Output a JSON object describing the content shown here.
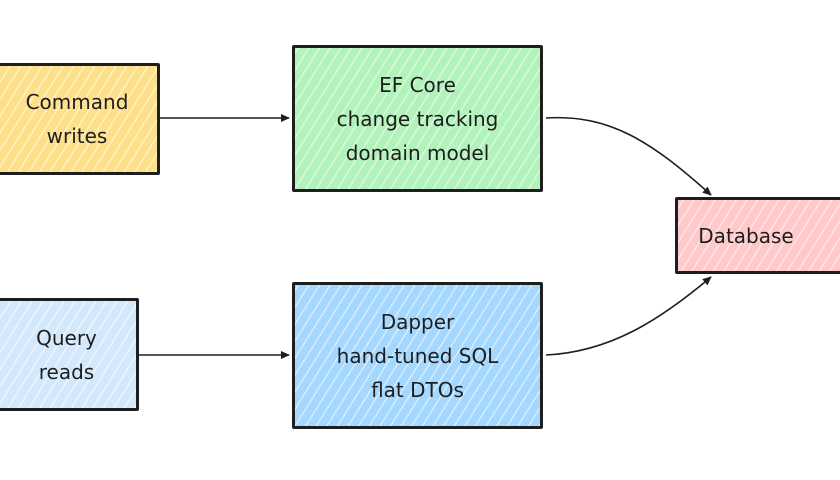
{
  "diagram": {
    "nodes": {
      "command": {
        "lines": [
          "Command",
          "writes"
        ],
        "fill": "#ffe08a"
      },
      "query": {
        "lines": [
          "Query",
          "reads"
        ],
        "fill": "#d4e8fc"
      },
      "efcore": {
        "lines": [
          "EF Core",
          "change tracking",
          "domain model"
        ],
        "fill": "#b2f2bb"
      },
      "dapper": {
        "lines": [
          "Dapper",
          "hand-tuned SQL",
          "flat DTOs"
        ],
        "fill": "#a5d8ff"
      },
      "database": {
        "lines": [
          "Database"
        ],
        "fill": "#ffc9c9"
      }
    },
    "stroke_color": "#1e1e1e"
  }
}
